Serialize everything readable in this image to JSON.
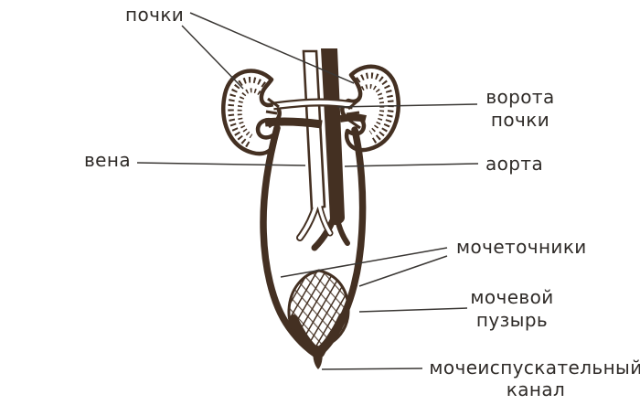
{
  "diagram": {
    "kind": "anatomical-line-drawing",
    "labels": {
      "kidneys": "почки",
      "renal_hilum": "ворота почки",
      "vein": "вена",
      "aorta": "аорта",
      "ureters": "мочеточники",
      "bladder": "мочевой пузырь",
      "urethra": "мочеиспускательный канал"
    },
    "colors": {
      "ink": "#443022",
      "leader_line": "#3A3734",
      "label_text": "#2F2B28",
      "background": "#FFFFFF"
    }
  }
}
